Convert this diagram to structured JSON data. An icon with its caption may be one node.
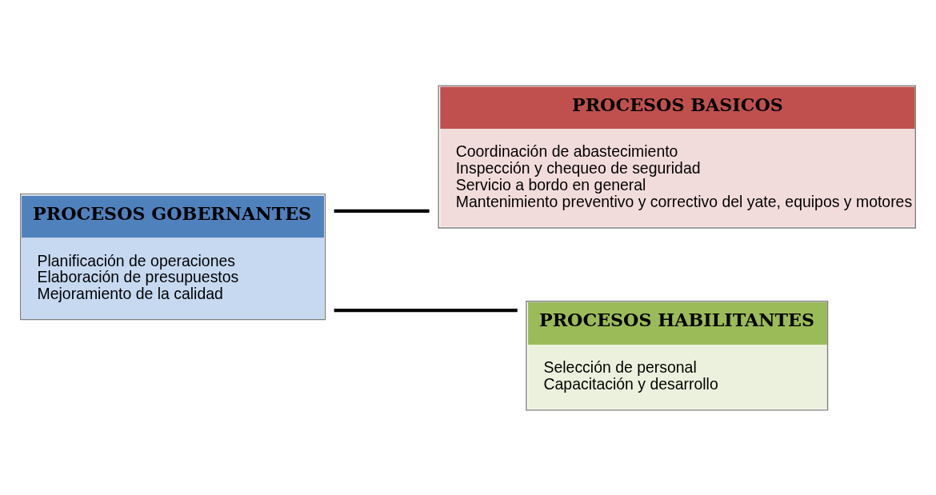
{
  "diagram": {
    "nodes": [
      {
        "text": [
          "PROCESOS GOBERNANTES",
          "Planificación de operaciones",
          "Elaboración de presupuestos",
          "Mejoramiento de la calidad"
        ]
      },
      {
        "text": [
          "PROCESOS BASICOS",
          "Coordinación de abastecimiento",
          "Inspección y chequeo de seguridad",
          "Servicio a bordo en general",
          "Mantenimiento preventivo y correctivo del yate, equipos y motores"
        ]
      },
      {
        "text": [
          "PROCESOS HABILITANTES",
          "Selección de personal",
          "Capacitación y desarrollo"
        ]
      }
    ],
    "edges": [
      {
        "from": 0,
        "to": 1,
        "arrow": "none"
      },
      {
        "from": 0,
        "to": 2,
        "arrow": "none"
      }
    ]
  }
}
